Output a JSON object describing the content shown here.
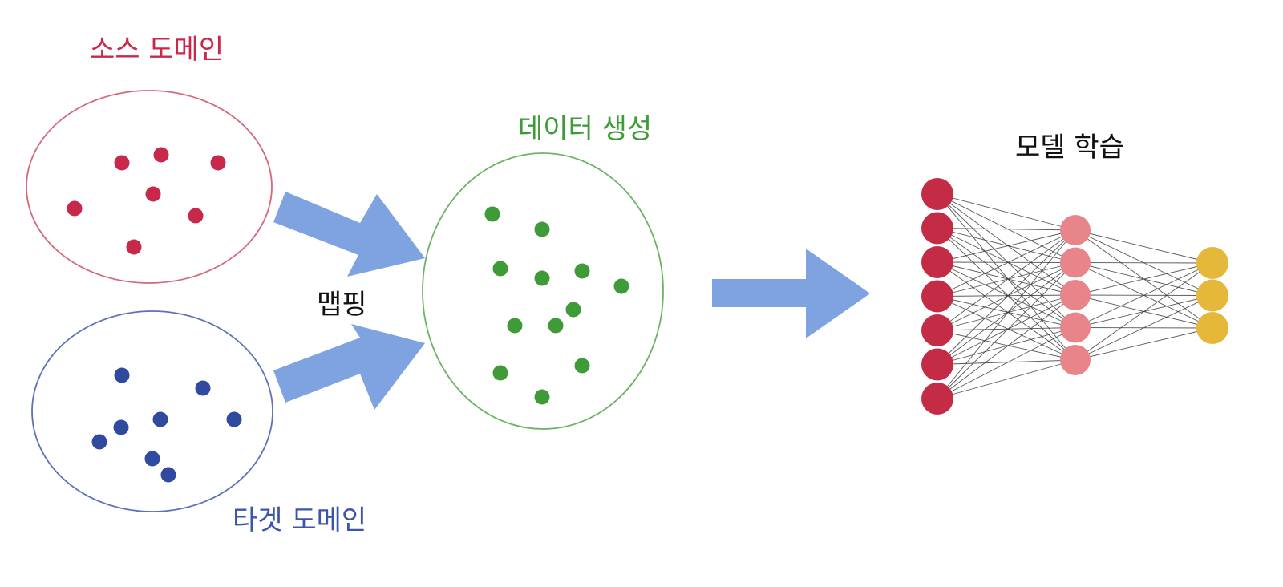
{
  "labels": {
    "source_domain": "소스 도메인",
    "target_domain": "타겟 도메인",
    "mapping": "맵핑",
    "data_generation": "데이터 생성",
    "model_training": "모델 학습"
  },
  "colors": {
    "source": "#c8284a",
    "target": "#2f4a9e",
    "generated": "#3f9b37",
    "arrow": "#7ea3e0",
    "nn_input": "#c42b45",
    "nn_hidden": "#e8858a",
    "nn_output": "#e6b83a"
  },
  "network": {
    "input_nodes": 7,
    "hidden_nodes": 5,
    "output_nodes": 3
  }
}
